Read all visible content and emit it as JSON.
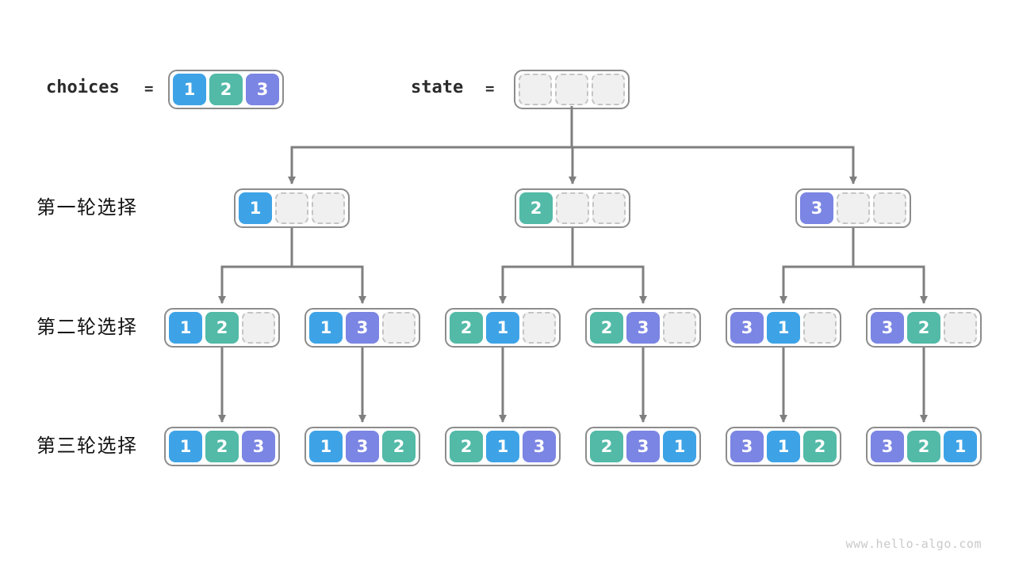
{
  "header": {
    "choices": {
      "label": "choices",
      "equals": "=",
      "cells": [
        "1",
        "2",
        "3"
      ]
    },
    "state": {
      "label": "state",
      "equals": "=",
      "cells": [
        null,
        null,
        null
      ]
    }
  },
  "rows": [
    {
      "label": "第一轮选择",
      "nodes": [
        [
          "1",
          null,
          null
        ],
        [
          "2",
          null,
          null
        ],
        [
          "3",
          null,
          null
        ]
      ]
    },
    {
      "label": "第二轮选择",
      "nodes": [
        [
          "1",
          "2",
          null
        ],
        [
          "1",
          "3",
          null
        ],
        [
          "2",
          "1",
          null
        ],
        [
          "2",
          "3",
          null
        ],
        [
          "3",
          "1",
          null
        ],
        [
          "3",
          "2",
          null
        ]
      ]
    },
    {
      "label": "第三轮选择",
      "nodes": [
        [
          "1",
          "2",
          "3"
        ],
        [
          "1",
          "3",
          "2"
        ],
        [
          "2",
          "1",
          "3"
        ],
        [
          "2",
          "3",
          "1"
        ],
        [
          "3",
          "1",
          "2"
        ],
        [
          "3",
          "2",
          "1"
        ]
      ]
    }
  ],
  "colors": {
    "cell_1": "#3ea3e6",
    "cell_2": "#52baa7",
    "cell_3": "#7b85e3",
    "empty_fill": "#f0f0f0",
    "empty_border": "#c4c4c4",
    "container_border": "#8c8c8c",
    "arrow": "#7f7f7f"
  },
  "watermark": "www.hello-algo.com"
}
